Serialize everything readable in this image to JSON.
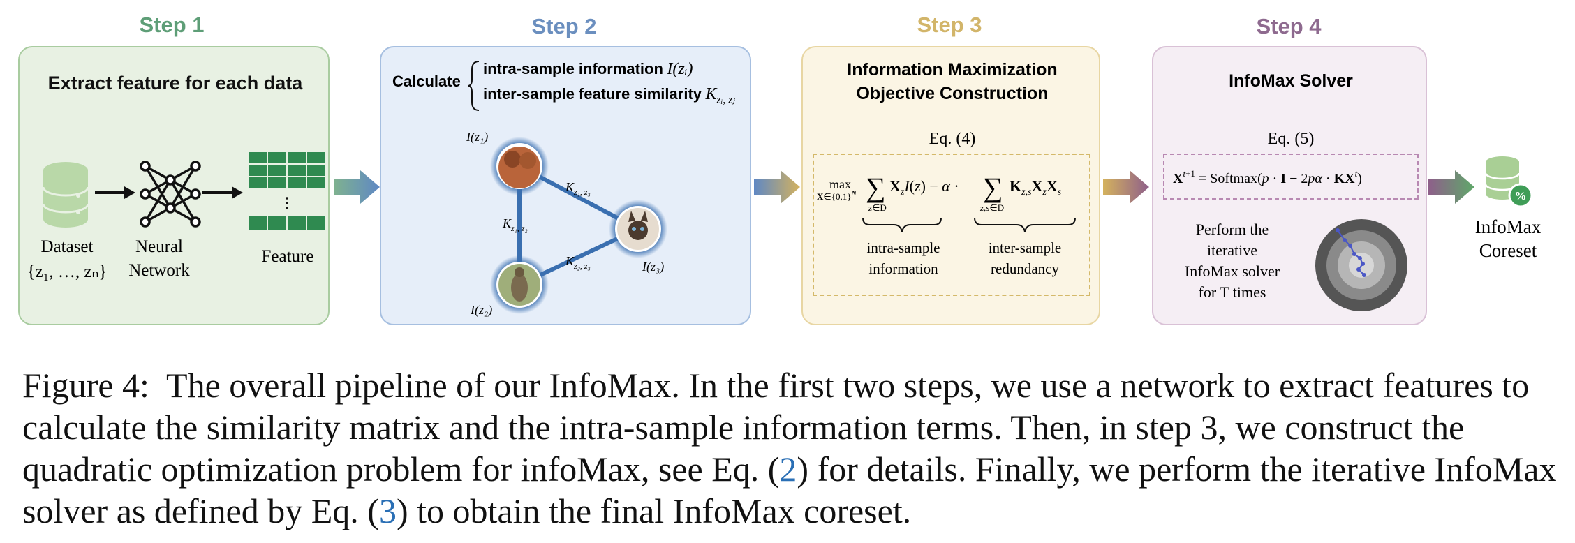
{
  "steps": [
    {
      "title": "Step 1",
      "heading": "Extract feature for each data",
      "dataset_label": "Dataset",
      "dataset_set": "{z₁, …, zₙ}",
      "network_label_1": "Neural",
      "network_label_2": "Network",
      "feature_label": "Feature",
      "colors": {
        "title": "#5e9e77",
        "panel_bg": "#e8f1e3",
        "panel_border": "#a9cca0",
        "cell": "#2f8a50"
      }
    },
    {
      "title": "Step 2",
      "calculate": "Calculate",
      "intra_label": "intra-sample information",
      "intra_sym": "I(zᵢ)",
      "inter_label": "inter-sample feature similarity",
      "inter_sym": "K",
      "inter_sub": "zᵢ, zⱼ",
      "nodes": [
        "I(z₁)",
        "I(z₂)",
        "I(z₃)"
      ],
      "edges": [
        "z₁, z₂",
        "z₁, z₃",
        "z₂, z₃"
      ],
      "colors": {
        "title": "#6b8fbf",
        "panel_bg": "#e6eef9",
        "panel_border": "#a6bfe0",
        "edge": "#3a6fb0"
      }
    },
    {
      "title": "Step 3",
      "heading_1": "Information Maximization",
      "heading_2": "Objective Construction",
      "eq_ref": "Eq. (4)",
      "brace_left_1": "intra-sample",
      "brace_left_2": "information",
      "brace_right_1": "inter-sample",
      "brace_right_2": "redundancy",
      "colors": {
        "title": "#d2b56a",
        "panel_bg": "#fbf5e4",
        "panel_border": "#e8d6a3"
      }
    },
    {
      "title": "Step 4",
      "heading": "InfoMax Solver",
      "eq_ref": "Eq. (5)",
      "solver_text": [
        "Perform the",
        "iterative",
        "InfoMax solver",
        "for T times"
      ],
      "colors": {
        "title": "#8e6a8f",
        "panel_bg": "#f5eef4",
        "panel_border": "#d9c1d6"
      }
    }
  ],
  "output": {
    "label_1": "InfoMax",
    "label_2": "Coreset",
    "color": "#3f9d57"
  },
  "caption": {
    "figure_label": "Figure 4:",
    "text_1": "The overall pipeline of our InfoMax. In the first two steps, we use a network to extract features to calculate the similarity matrix and the intra-sample information terms. Then, in step 3, we construct the quadratic optimization problem for infoMax, see Eq. (",
    "ref_1": "2",
    "text_2": ") for details. Finally, we perform the iterative InfoMax solver as defined by Eq. (",
    "ref_2": "3",
    "text_3": ") to obtain the final InfoMax coreset."
  }
}
